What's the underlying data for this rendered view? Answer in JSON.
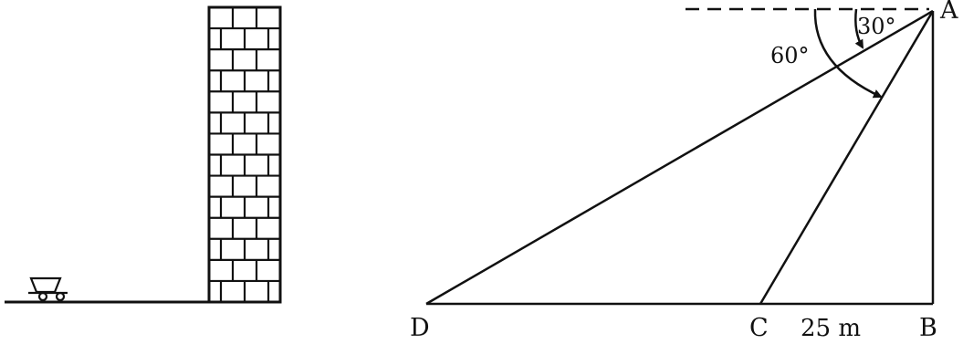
{
  "diagram": {
    "points": {
      "A": "A",
      "B": "B",
      "C": "C",
      "D": "D"
    },
    "angles": {
      "upper": "30°",
      "lower": "60°"
    },
    "distance_label": "25 m"
  },
  "colors": {
    "ink": "#111111",
    "background": "#ffffff"
  }
}
